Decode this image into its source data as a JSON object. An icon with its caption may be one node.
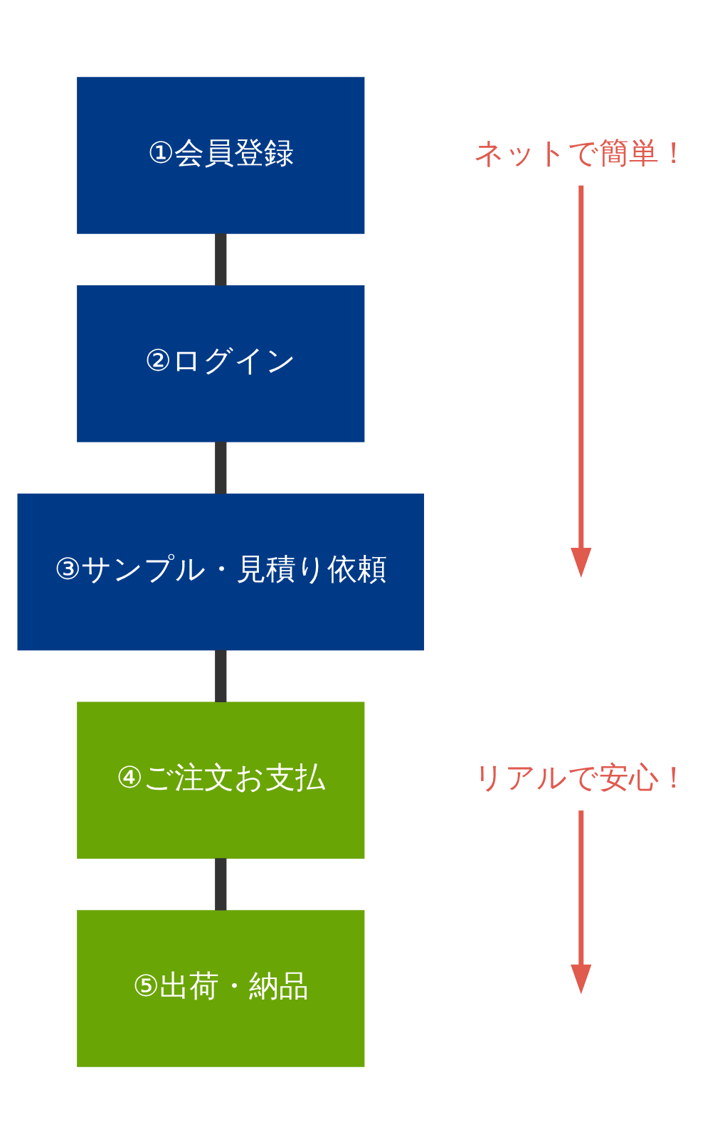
{
  "diagram": {
    "nodes": [
      {
        "text": [
          "①会員登録"
        ]
      },
      {
        "text": [
          "②ログイン"
        ]
      },
      {
        "text": [
          "③サンプル・見積り依頼"
        ]
      },
      {
        "text": [
          "④ご注文お支払"
        ]
      },
      {
        "text": [
          "⑤出荷・納品"
        ]
      },
      {
        "text": [
          "ネットで簡単！"
        ]
      },
      {
        "text": [
          "リアルで安心！"
        ]
      }
    ],
    "edges": [
      {
        "from": 0,
        "to": 1,
        "arrow": "none"
      },
      {
        "from": 1,
        "to": 2,
        "arrow": "none"
      },
      {
        "from": 2,
        "to": 3,
        "arrow": "none"
      },
      {
        "from": 3,
        "to": 4,
        "arrow": "none"
      },
      {
        "from": 5,
        "to": null,
        "arrow": "to",
        "color": "#e05a4e"
      },
      {
        "from": 6,
        "to": null,
        "arrow": "to",
        "color": "#e05a4e"
      }
    ]
  }
}
